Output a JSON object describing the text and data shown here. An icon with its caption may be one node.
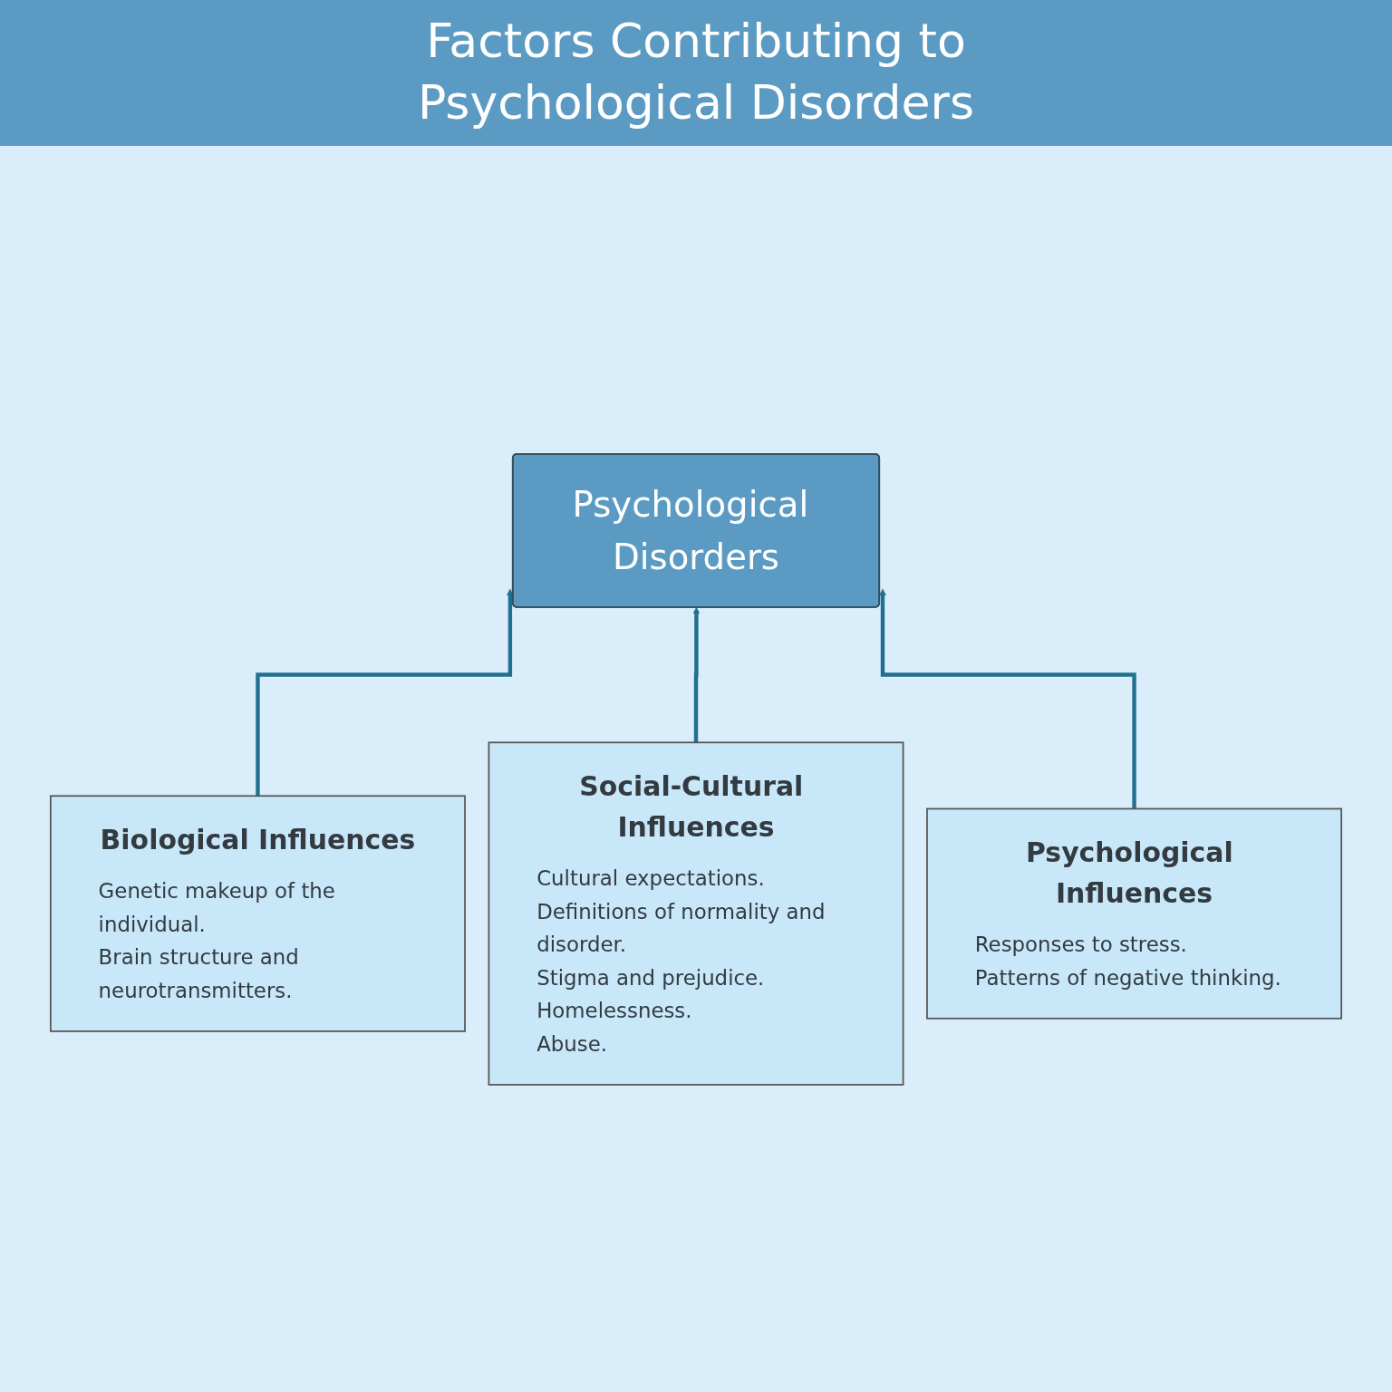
{
  "diagram": {
    "title": "Factors Contributing to Psychological Disorders",
    "nodes": [
      {
        "text": [
          "Psychological Disorders"
        ]
      },
      {
        "text": [
          "Biological Influences",
          "Genetic makeup of the individual.",
          "Brain structure and neurotransmitters."
        ]
      },
      {
        "text": [
          "Social-Cultural Influences",
          "Cultural expectations.",
          "Definitions of normality and disorder.",
          "Stigma and prejudice.",
          "Homelessness.",
          "Abuse."
        ]
      },
      {
        "text": [
          "Psychological Influences",
          "Responses to stress.",
          "Patterns of negative thinking."
        ]
      }
    ],
    "edges": [
      {
        "from": 1,
        "to": 0,
        "arrow": "to"
      },
      {
        "from": 2,
        "to": 0,
        "arrow": "to"
      },
      {
        "from": 3,
        "to": 0,
        "arrow": "to"
      }
    ]
  }
}
